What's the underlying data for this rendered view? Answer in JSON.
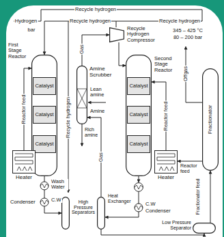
{
  "diagram": {
    "nodes": [
      {
        "text": [
          "First Stage Reactor"
        ]
      },
      {
        "text": [
          "Catalyst"
        ],
        "in": 0
      },
      {
        "text": [
          "Catalyst"
        ],
        "in": 0
      },
      {
        "text": [
          "Catalyst"
        ],
        "in": 0
      },
      {
        "text": [
          "Second Stage Reactor"
        ]
      },
      {
        "text": [
          "Catalyst"
        ],
        "in": 4
      },
      {
        "text": [
          "Catalyst"
        ],
        "in": 4
      },
      {
        "text": [
          "Catalyst"
        ],
        "in": 4
      },
      {
        "text": [
          "Recycle Hydrogen Compressor"
        ]
      },
      {
        "text": [
          "Amine Scrubber"
        ]
      },
      {
        "text": [
          "Heater"
        ]
      },
      {
        "text": [
          "Heater"
        ]
      },
      {
        "text": [
          "Heat Exchanger"
        ]
      },
      {
        "text": [
          "High Pressure Separators"
        ]
      },
      {
        "text": [
          "Fractionator"
        ]
      },
      {
        "text": [
          "Low Pressure Separator"
        ]
      }
    ],
    "edges": [
      {
        "from": 10,
        "to": 0,
        "arrow": "to",
        "label": "Reactor feed"
      },
      {
        "from": 0,
        "to": 13,
        "arrow": "to"
      },
      {
        "from": 13,
        "to": 9,
        "arrow": "to",
        "label": "Gas"
      },
      {
        "from": 9,
        "to": 8,
        "arrow": "to",
        "label": "Gas"
      },
      {
        "from": 8,
        "to": 0,
        "arrow": "to",
        "label": "Recycle hydrogen"
      },
      {
        "from": 8,
        "to": 4,
        "arrow": "to"
      },
      {
        "from": 11,
        "to": 4,
        "arrow": "to",
        "label": "Reactor feed"
      },
      {
        "from": 4,
        "to": 12,
        "arrow": "to"
      },
      {
        "from": 12,
        "to": 13,
        "arrow": "to"
      },
      {
        "from": 13,
        "to": 15,
        "arrow": "to"
      },
      {
        "from": 15,
        "to": 14,
        "arrow": "to",
        "label": "Fractionator feed"
      },
      {
        "from": 14,
        "to": 11,
        "arrow": "to",
        "label": "Reactor feed"
      }
    ],
    "labels": [
      "Recycle hydrogen",
      "Hydrogen",
      "Recycle hydrogen",
      "bar",
      "345 – 425 °C",
      "80 – 200 bar",
      "Recycle hydrogen",
      "Lean amine",
      "Amine",
      "Rich amine",
      "Wash Water",
      "C.W",
      "Condenser",
      "C.W",
      "Condenser",
      "Offgas"
    ]
  }
}
